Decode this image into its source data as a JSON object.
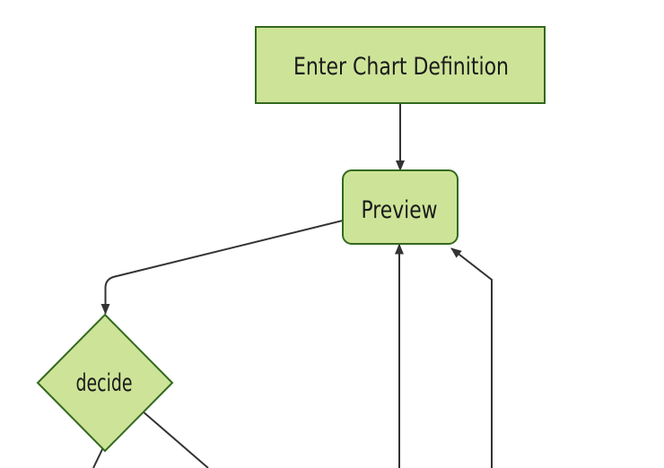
{
  "diagram": {
    "type": "flowchart",
    "direction": "top-down",
    "nodes": [
      {
        "id": "enter",
        "label": "Enter Chart Definition",
        "shape": "rectangle"
      },
      {
        "id": "preview",
        "label": "Preview",
        "shape": "rounded-rectangle"
      },
      {
        "id": "decide",
        "label": "decide",
        "shape": "diamond"
      }
    ],
    "edges": [
      {
        "from": "enter",
        "to": "preview",
        "arrow": true,
        "label": ""
      },
      {
        "from": "preview",
        "to": "decide",
        "arrow": true,
        "label": ""
      },
      {
        "from": "decide",
        "to": "offscreen-bottom-left",
        "arrow": false,
        "label": "",
        "note": "cut off at bottom edge of viewport"
      },
      {
        "from": "decide",
        "to": "offscreen-bottom-right",
        "arrow": false,
        "label": "",
        "note": "cut off at bottom edge of viewport"
      },
      {
        "from": "offscreen-bottom",
        "to": "preview",
        "arrow": true,
        "label": ""
      },
      {
        "from": "offscreen-bottom-2",
        "to": "preview",
        "arrow": true,
        "label": ""
      }
    ],
    "colors": {
      "background": "#ffffff",
      "node_fill": "#cde498",
      "node_border": "#33691e",
      "edge_line": "#333333",
      "arrowhead": "#333333",
      "label_text": "#1a1a1a"
    }
  }
}
